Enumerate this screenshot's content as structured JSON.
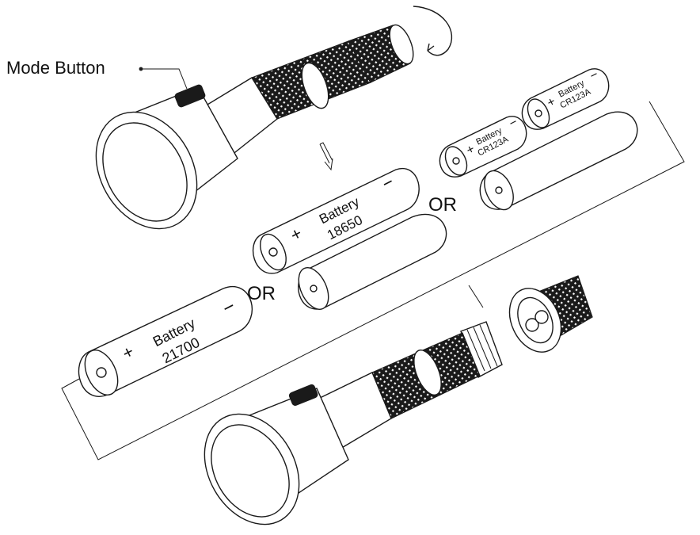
{
  "callout": {
    "mode_button_label": "Mode Button"
  },
  "or_labels": {
    "top": "OR",
    "bottom": "OR"
  },
  "batteries": {
    "b18650": {
      "line1": "Battery",
      "line2": "18650",
      "plus": "+",
      "minus": "−"
    },
    "b21700": {
      "line1": "Battery",
      "line2": "21700",
      "plus": "+",
      "minus": "−"
    },
    "cr123a_left": {
      "line1": "Battery",
      "line2": "CR123A",
      "plus": "+",
      "minus": "−"
    },
    "cr123a_right": {
      "line1": "Battery",
      "line2": "CR123A",
      "plus": "+",
      "minus": "−"
    }
  }
}
